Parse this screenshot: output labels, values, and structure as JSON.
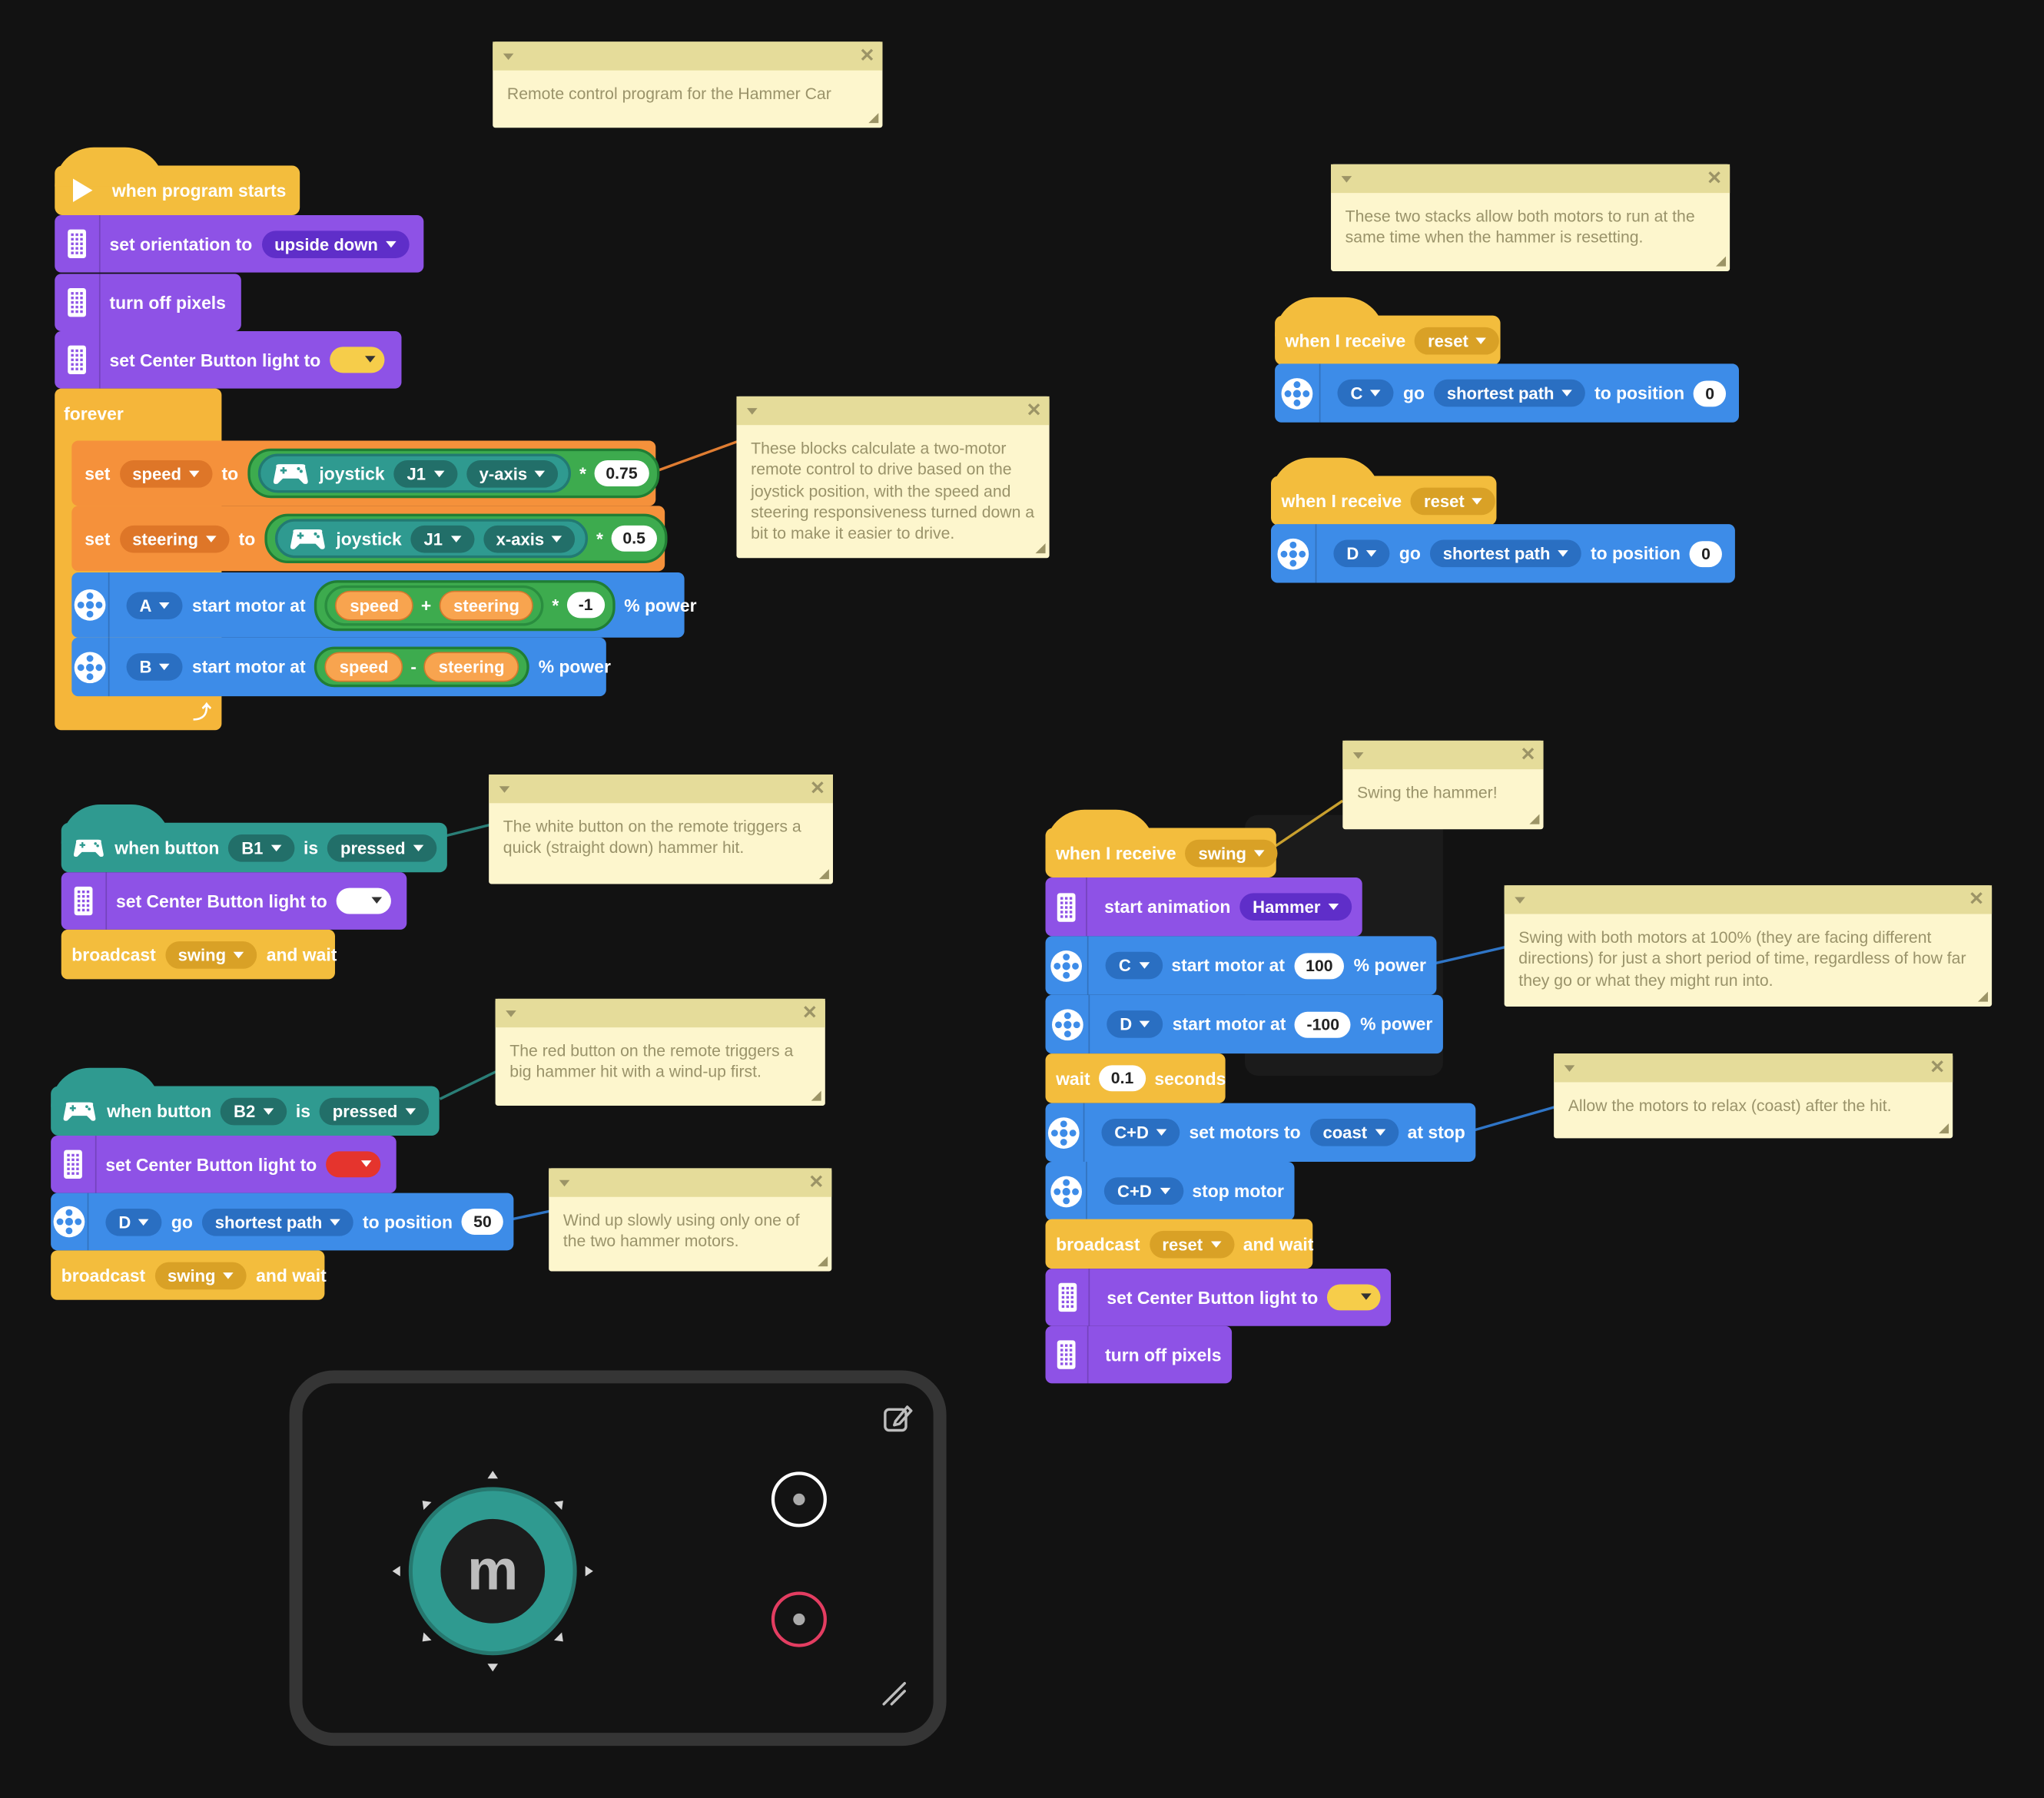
{
  "notes": {
    "title": "Remote control program for the Hammer Car",
    "reset_stacks": "These two stacks allow both motors to run at the same time when the hammer is resetting.",
    "calc": "These blocks calculate a two-motor remote control to drive based on the joystick position, with the speed and steering responsiveness turned down a bit to make it easier to drive.",
    "white_button": "The white button on the remote triggers a quick (straight down) hammer hit.",
    "red_button": "The red button on the remote triggers a big hammer hit with a wind-up first.",
    "wind_up": "Wind up slowly using only one of the two hammer motors.",
    "swing": "Swing the hammer!",
    "swing_full": "Swing with both motors at 100% (they are facing different directions) for just a short period of time, regardless of how far they go or what they might run into.",
    "relax": "Allow the motors to relax (coast) after the hit."
  },
  "colors": {
    "event": "#f3bd3d",
    "display": "#8e52e6",
    "variable": "#f5913b",
    "motor": "#3d8ce8",
    "remote": "#2f9a90",
    "operator": "#3dab4e",
    "note": "#fdf6cd",
    "light_yellow": "#f6cd4a",
    "light_white": "#ffffff",
    "light_red": "#e5342d",
    "remote_button_red": "#e33d61"
  },
  "main": {
    "start": "when program starts",
    "orient_label": "set orientation to",
    "orient_value": "upside down",
    "pixels_off": "turn off pixels",
    "light_label": "set Center Button light to",
    "forever": "forever",
    "set": "set",
    "to": "to",
    "speed_var": "speed",
    "steering_var": "steering",
    "joystick": "joystick",
    "j1": "J1",
    "y_axis": "y-axis",
    "x_axis": "x-axis",
    "times": "*",
    "plus": "+",
    "minus": "-",
    "speed_factor": "0.75",
    "steer_factor": "0.5",
    "neg_one": "-1",
    "port_a": "A",
    "port_b": "B",
    "start_motor": "start motor at",
    "power": "% power"
  },
  "reset": {
    "when_receive": "when I receive",
    "msg": "reset",
    "port_c": "C",
    "port_d": "D",
    "go": "go",
    "path": "shortest path",
    "to_position": "to position",
    "pos": "0"
  },
  "b1": {
    "when_button": "when button",
    "btn": "B1",
    "is": "is",
    "state": "pressed",
    "light_label": "set Center Button light to",
    "broadcast": "broadcast",
    "msg": "swing",
    "and_wait": "and wait"
  },
  "b2": {
    "when_button": "when button",
    "btn": "B2",
    "is": "is",
    "state": "pressed",
    "light_label": "set Center Button light to",
    "port": "D",
    "go": "go",
    "path": "shortest path",
    "to_position": "to position",
    "pos": "50",
    "broadcast": "broadcast",
    "msg": "swing",
    "and_wait": "and wait"
  },
  "swing": {
    "when_receive": "when I receive",
    "msg": "swing",
    "start_anim": "start animation",
    "anim": "Hammer",
    "port_c": "C",
    "port_d": "D",
    "start_motor": "start motor at",
    "power_c": "100",
    "power_d": "-100",
    "power": "% power",
    "wait": "wait",
    "wait_val": "0.1",
    "seconds": "seconds",
    "port_cd": "C+D",
    "set_motors": "set motors to",
    "coast": "coast",
    "at_stop": "at stop",
    "stop_motor": "stop motor",
    "broadcast": "broadcast",
    "reset_msg": "reset",
    "and_wait": "and wait",
    "light_label": "set Center Button light to",
    "pixels_off": "turn off pixels"
  },
  "remote": {
    "logo": "m"
  }
}
